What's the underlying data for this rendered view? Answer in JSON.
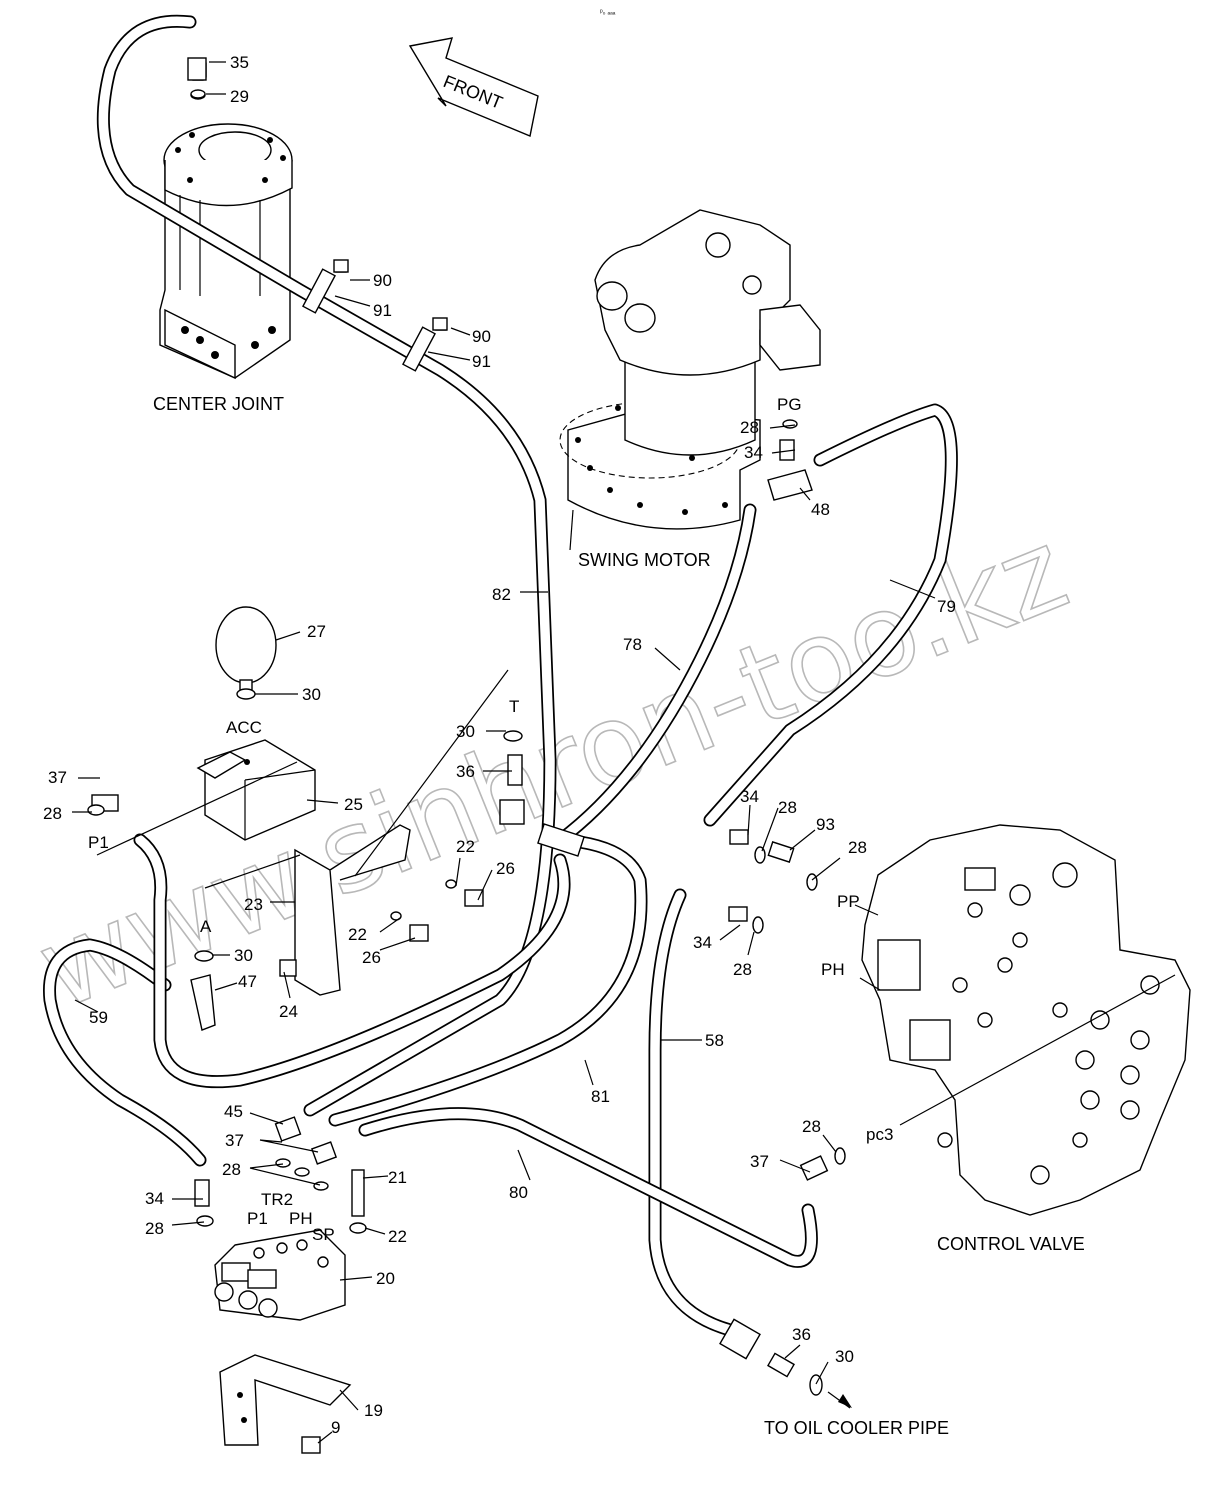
{
  "assemblies": {
    "center_joint": "CENTER JOINT",
    "swing_motor": "SWING MOTOR",
    "control_valve": "CONTROL VALVE",
    "oil_cooler": "TO OIL COOLER PIPE",
    "front": "FRONT",
    "corner_mark": "ᵖ₀ ₐₐₐ"
  },
  "watermark": "www.sinhron-too.kz",
  "ports": {
    "acc": "ACC",
    "t": "T",
    "p1_left": "P1",
    "a": "A",
    "pg": "PG",
    "pp": "PP",
    "ph_right": "PH",
    "pc3": "pc3",
    "tr2": "TR2",
    "p1_block": "P1",
    "ph_block": "PH",
    "sp": "SP"
  },
  "callouts": [
    "35",
    "29",
    "90",
    "91",
    "90",
    "91",
    "28",
    "34",
    "48",
    "79",
    "78",
    "82",
    "27",
    "30",
    "30",
    "36",
    "37",
    "28",
    "25",
    "22",
    "26",
    "23",
    "22",
    "26",
    "34",
    "28",
    "93",
    "28",
    "30",
    "47",
    "24",
    "34",
    "28",
    "59",
    "58",
    "81",
    "45",
    "37",
    "28",
    "80",
    "28",
    "37",
    "21",
    "22",
    "34",
    "28",
    "20",
    "19",
    "9",
    "36",
    "30"
  ]
}
